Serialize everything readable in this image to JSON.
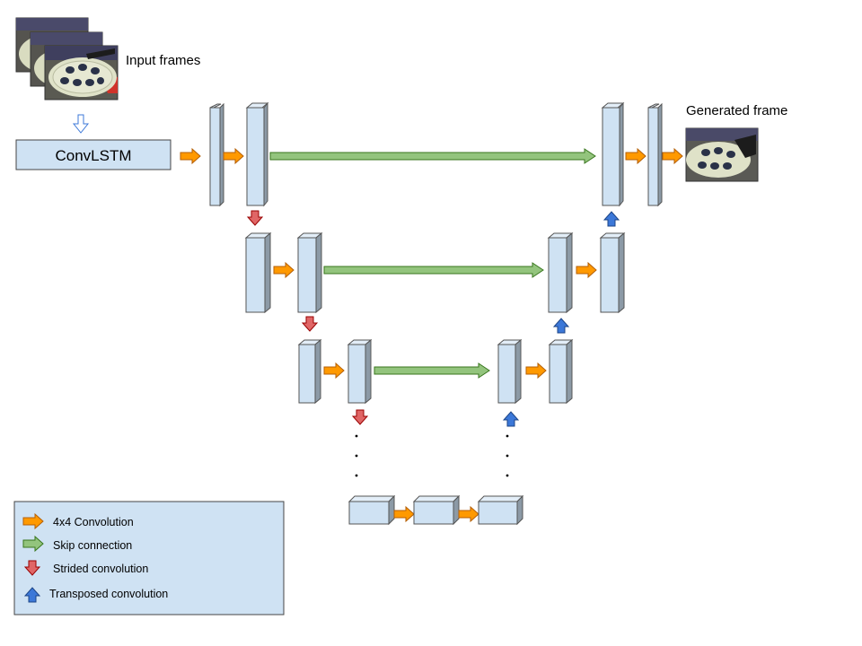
{
  "labels": {
    "input_frames": "Input frames",
    "generated_frame": "Generated frame",
    "convlstm": "ConvLSTM"
  },
  "legend": {
    "items": [
      {
        "label": "4x4 Convolution",
        "arrow": "orange-arrow"
      },
      {
        "label": "Skip connection",
        "arrow": "green-arrow"
      },
      {
        "label": "Strided convolution",
        "arrow": "red-arrow"
      },
      {
        "label": "Transposed convolution",
        "arrow": "blue-arrow"
      }
    ]
  },
  "colors": {
    "block_fill": "#cfe2f3",
    "block_side": "#9fb3c4",
    "box_fill": "#cfe2f3",
    "orange": "#ff9900",
    "green": "#93c47d",
    "red": "#e06666",
    "blue": "#3c78d8"
  }
}
